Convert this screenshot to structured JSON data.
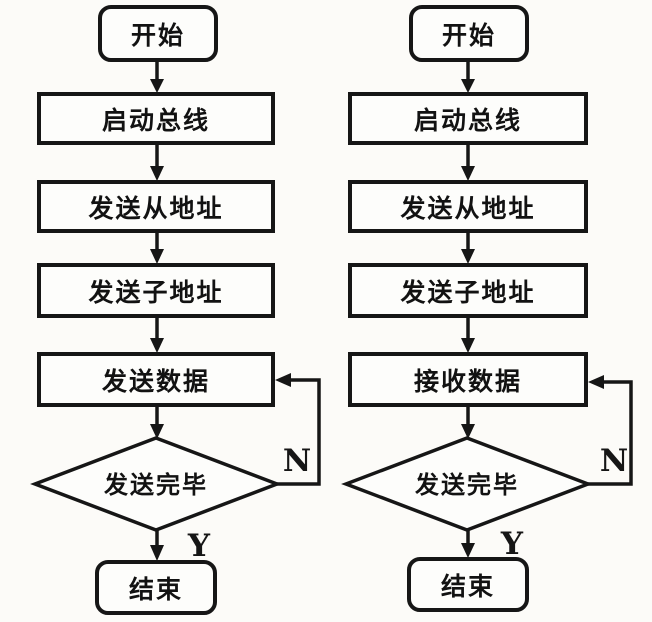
{
  "colors": {
    "ink": "#161616",
    "paper": "#fcfbf8",
    "node_fill": "#fdfdfb"
  },
  "left_chart": {
    "start_label": "开始",
    "steps": [
      "启动总线",
      "发送从地址",
      "发送子地址",
      "发送数据"
    ],
    "decision_label": "发送完毕",
    "branch_no": "N",
    "branch_yes": "Y",
    "end_label": "结束"
  },
  "right_chart": {
    "start_label": "开始",
    "steps": [
      "启动总线",
      "发送从地址",
      "发送子地址",
      "接收数据"
    ],
    "decision_label": "发送完毕",
    "branch_no": "N",
    "branch_yes": "Y",
    "end_label": "结束"
  }
}
